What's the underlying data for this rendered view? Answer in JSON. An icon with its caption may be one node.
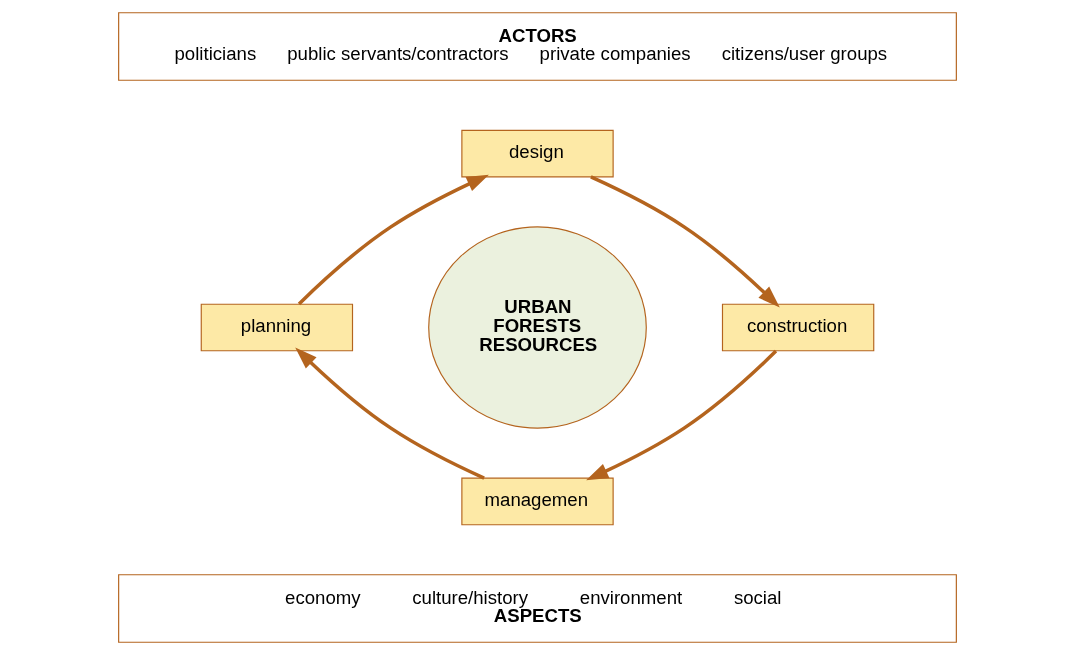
{
  "diagram": {
    "nodes": [
      {
        "text": [
          "ACTORS",
          "politicians",
          "public servants/contractors",
          "private companies",
          "citizens/user groups"
        ]
      },
      {
        "text": [
          "design"
        ]
      },
      {
        "text": [
          "planning"
        ]
      },
      {
        "text": [
          "URBAN FORESTS RESOURCES"
        ]
      },
      {
        "text": [
          "construction"
        ]
      },
      {
        "text": [
          "managemen"
        ]
      },
      {
        "text": [
          "economy",
          "culture/history",
          "environment",
          "social",
          "ASPECTS"
        ]
      }
    ],
    "edges": [
      {
        "from": 1,
        "to": 4,
        "arrow": "to"
      },
      {
        "from": 4,
        "to": 5,
        "arrow": "to"
      },
      {
        "from": 5,
        "to": 2,
        "arrow": "to"
      },
      {
        "from": 2,
        "to": 1,
        "arrow": "to"
      }
    ]
  }
}
